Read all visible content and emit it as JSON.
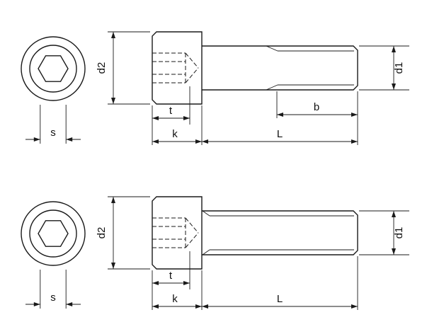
{
  "drawing": {
    "colors": {
      "line": "#1a1a1a",
      "background": "#ffffff"
    },
    "partial_thread_view": {
      "labels": {
        "s": "s",
        "d2": "d2",
        "t": "t",
        "k": "k",
        "b": "b",
        "L": "L",
        "d1": "d1"
      }
    },
    "full_thread_view": {
      "labels": {
        "s": "s",
        "d2": "d2",
        "t": "t",
        "k": "k",
        "L": "L",
        "d1": "d1"
      }
    }
  }
}
